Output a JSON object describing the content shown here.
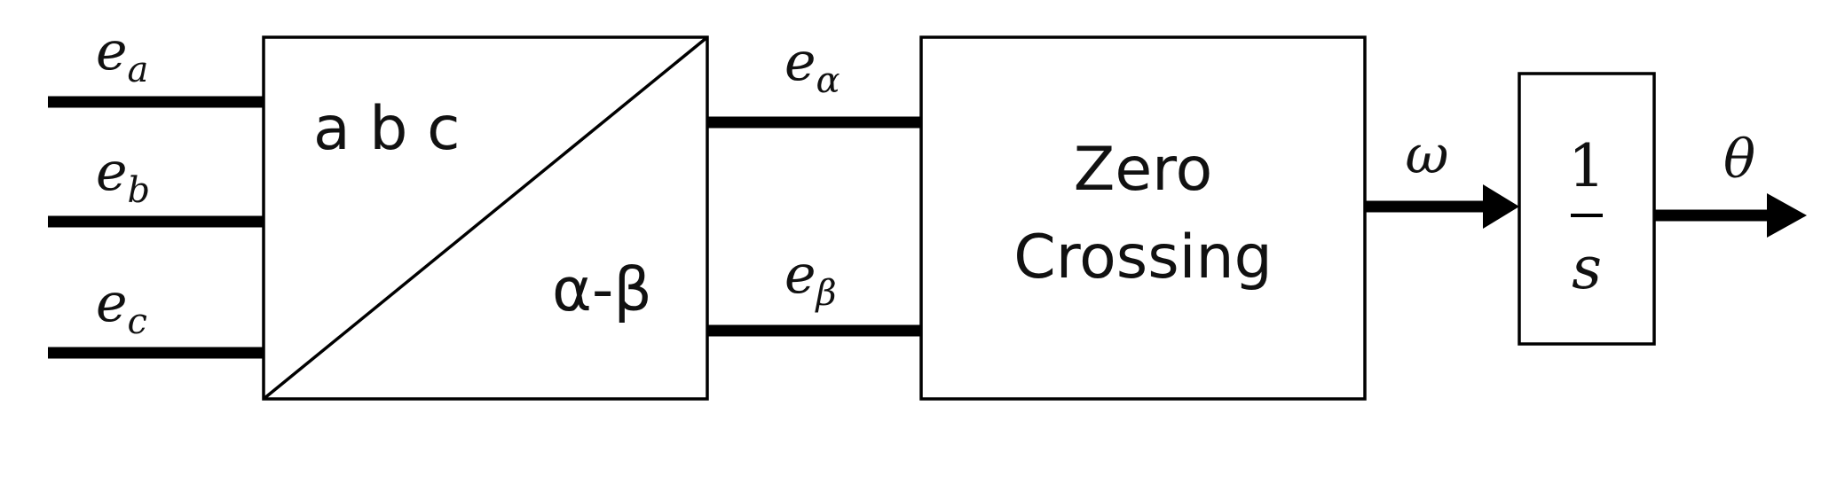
{
  "inputs": [
    {
      "base": "e",
      "sub": "a"
    },
    {
      "base": "e",
      "sub": "b"
    },
    {
      "base": "e",
      "sub": "c"
    }
  ],
  "transform_block": {
    "top_label": "a b c",
    "bottom_label": "α-β"
  },
  "transform_outputs": [
    {
      "base": "e",
      "sub": "α"
    },
    {
      "base": "e",
      "sub": "β"
    }
  ],
  "zero_crossing_block": {
    "line1": "Zero",
    "line2": "Crossing"
  },
  "omega_label": "ω",
  "integrator_block": {
    "numerator": "1",
    "denominator": "s"
  },
  "output_label": "θ"
}
